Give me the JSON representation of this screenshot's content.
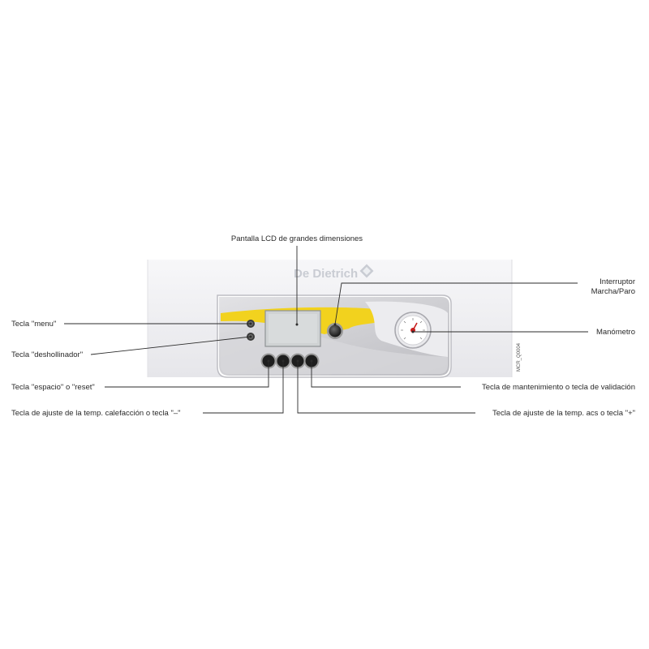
{
  "brand": "De Dietrich",
  "drawing_code": "MCR_Q0004",
  "labels": {
    "lcd": "Pantalla LCD de grandes dimensiones",
    "switch_line1": "Interruptor",
    "switch_line2": "Marcha/Paro",
    "manometer": "Manómetro",
    "menu": "Tecla \"menu\"",
    "sweep": "Tecla \"deshollinador\"",
    "space_reset": "Tecla \"espacio\" o \"reset\"",
    "heating_minus": "Tecla de ajuste de la temp. calefacción o tecla \"–\"",
    "maintenance_validate": "Tecla de mantenimiento o tecla de validación",
    "dhw_plus": "Tecla de ajuste de la temp. acs o tecla \"+\""
  },
  "colors": {
    "housing": "#f1f1f3",
    "panel": "#cfcfd3",
    "accent_yellow": "#f2d21e",
    "keys": "#1e1e1e",
    "gauge_needle": "#c81e1e"
  },
  "icons": {
    "brand_logo": "diamond-logo-icon"
  }
}
